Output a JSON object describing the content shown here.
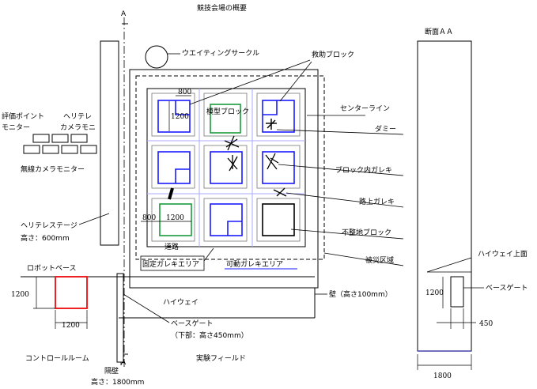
{
  "title": "競技会場の概要",
  "section_label": "断面ＡＡ",
  "axis_marker": "A",
  "labels": {
    "waiting_circle": "ウエイティングサークル",
    "rescue_block": "救助ブロック",
    "model_block": "模型ブロック",
    "center_line": "センターライン",
    "dummy": "ダミー",
    "block_rubble": "ブロック内ガレキ",
    "road_rubble": "路上ガレキ",
    "rough_block": "不整地ブロック",
    "disaster_area": "被災区域",
    "road": "道路",
    "fixed_rubble": "固定ガレキエリア",
    "movable_rubble": "可動ガレキエリア",
    "highway": "ハイウェイ",
    "wall_height": "壁（高さ100mm）",
    "eval_monitor_1": "評価ポイント",
    "eval_monitor_2": "モニター",
    "heli_cam_1": "ヘリテレ",
    "heli_cam_2": "カメラモニ",
    "wireless_monitor": "無線カメラモニター",
    "heli_stage": "ヘリテレステージ",
    "heli_stage_height": "高さ：600mm",
    "robot_base": "ロボットベース",
    "base_gate": "ベースゲート",
    "base_gate_note": "（下部：高さ450mm）",
    "control_room": "コントロールルーム",
    "partition": "隔壁",
    "partition_height": "高さ：1800mm",
    "test_field": "実験フィールド",
    "highway_top": "ハイウェイ上面",
    "section_base_gate": "ベースゲート"
  },
  "dimensions": {
    "d800_top": "800",
    "d1200_side": "1200",
    "d800_bottom": "800",
    "d1200_bottom": "1200",
    "robot_h": "1200",
    "robot_w": "1200",
    "section_h": "1200",
    "section_gate": "450",
    "section_w": "1800"
  },
  "colors": {
    "blue": "#1a1aff",
    "green": "#1a9a3a",
    "red": "#ee2222",
    "grid": "#aaaaff",
    "gray": "#777777"
  }
}
